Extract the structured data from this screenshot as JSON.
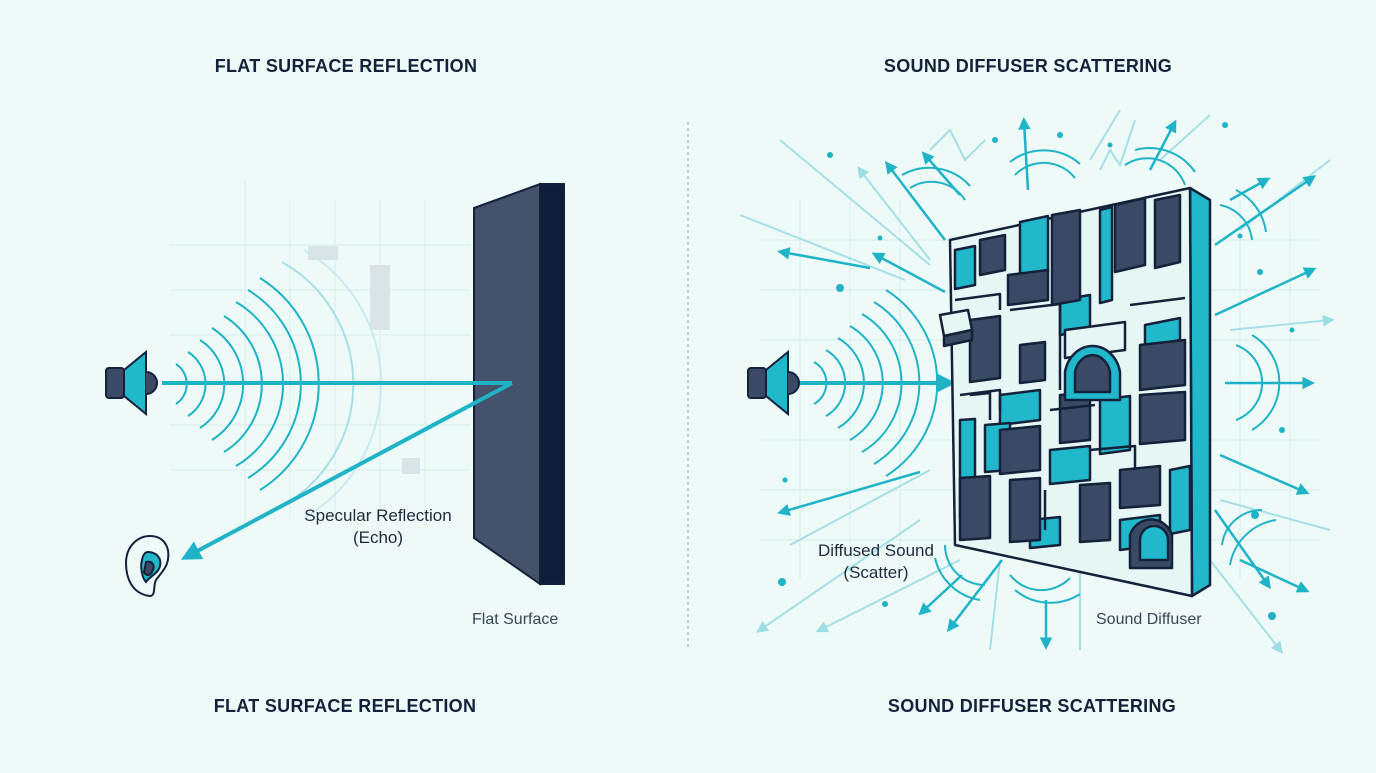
{
  "left_panel": {
    "top_title": "FLAT SURFACE REFLECTION",
    "bottom_title": "FLAT SURFACE REFLECTION",
    "echo_label_line1": "Specular Reflection",
    "echo_label_line2": "(Echo)",
    "surface_label": "Flat Surface"
  },
  "right_panel": {
    "top_title": "SOUND DIFFUSER SCATTERING",
    "bottom_title": "SOUND DIFFUSER SCATTERING",
    "scatter_label_line1": "Diffused Sound",
    "scatter_label_line2": "(Scatter)",
    "diffuser_label": "Sound Diffuser"
  },
  "icons": {
    "left_source": "speaker-icon",
    "listener": "ear-icon",
    "right_source": "speaker-icon"
  },
  "colors": {
    "background": "#eefaf8",
    "accent": "#22b8cc",
    "dark": "#3b4a64",
    "panel": "#0f1e3a",
    "outline": "#13213a"
  }
}
